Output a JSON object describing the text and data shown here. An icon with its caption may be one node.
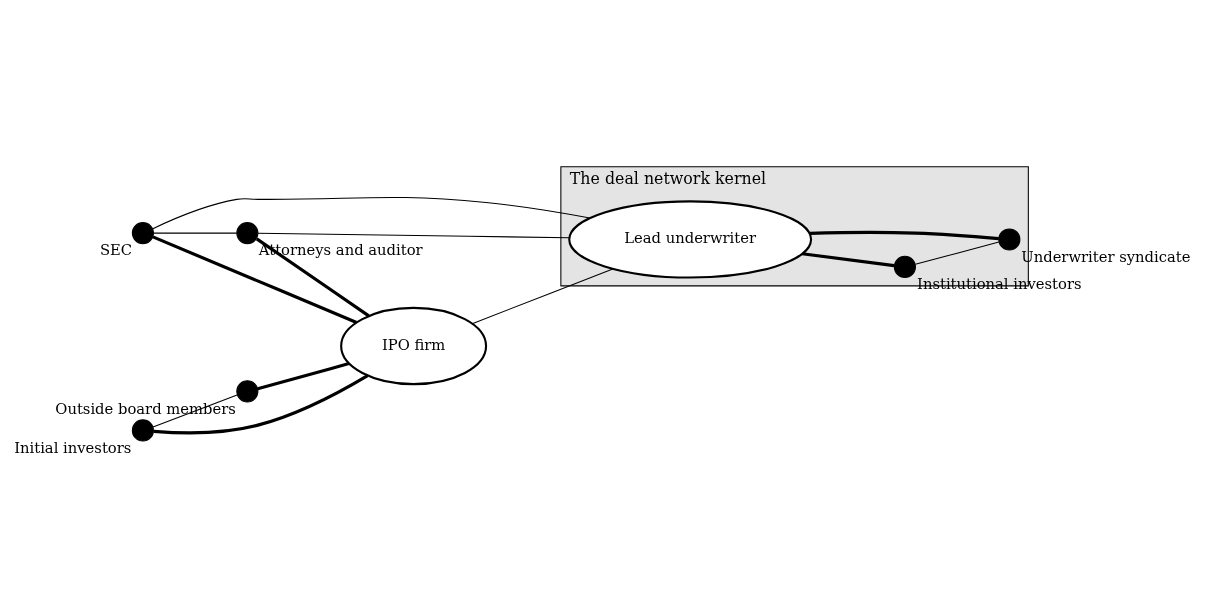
{
  "diagram": {
    "nodes": [
      {
        "text": [
          "The deal network kernel"
        ]
      },
      {
        "text": [],
        "shape": "circle",
        "beside": [
          "SEC"
        ]
      },
      {
        "text": [],
        "shape": "circle",
        "beside": [
          "Attorneys and auditor"
        ]
      },
      {
        "text": [],
        "shape": "circle",
        "beside": [
          "Initial investors"
        ]
      },
      {
        "text": [],
        "shape": "circle",
        "beside": [
          "Outside board members"
        ]
      },
      {
        "text": [
          "IPO firm"
        ]
      },
      {
        "text": [
          "Lead underwriter"
        ],
        "in": 0
      },
      {
        "text": [],
        "shape": "circle",
        "in": 0,
        "beside": [
          "Institutional investors"
        ]
      },
      {
        "text": [],
        "shape": "circle",
        "in": 0,
        "beside": [
          "Underwriter syndicate"
        ]
      }
    ],
    "edges": [
      {
        "from": 1,
        "to": 2,
        "arrow": "none"
      },
      {
        "from": 1,
        "to": 5,
        "arrow": "none",
        "style": "thick"
      },
      {
        "from": 1,
        "to": 6,
        "arrow": "none"
      },
      {
        "from": 2,
        "to": 5,
        "arrow": "none",
        "style": "thick"
      },
      {
        "from": 2,
        "to": 6,
        "arrow": "none"
      },
      {
        "from": 3,
        "to": 5,
        "arrow": "none",
        "style": "thick"
      },
      {
        "from": 3,
        "to": 4,
        "arrow": "none"
      },
      {
        "from": 4,
        "to": 5,
        "arrow": "none",
        "style": "thick"
      },
      {
        "from": 5,
        "to": 6,
        "arrow": "none"
      },
      {
        "from": 6,
        "to": 7,
        "arrow": "none",
        "style": "thick"
      },
      {
        "from": 6,
        "to": 8,
        "arrow": "none",
        "style": "thick"
      },
      {
        "from": 7,
        "to": 8,
        "arrow": "none"
      }
    ]
  }
}
